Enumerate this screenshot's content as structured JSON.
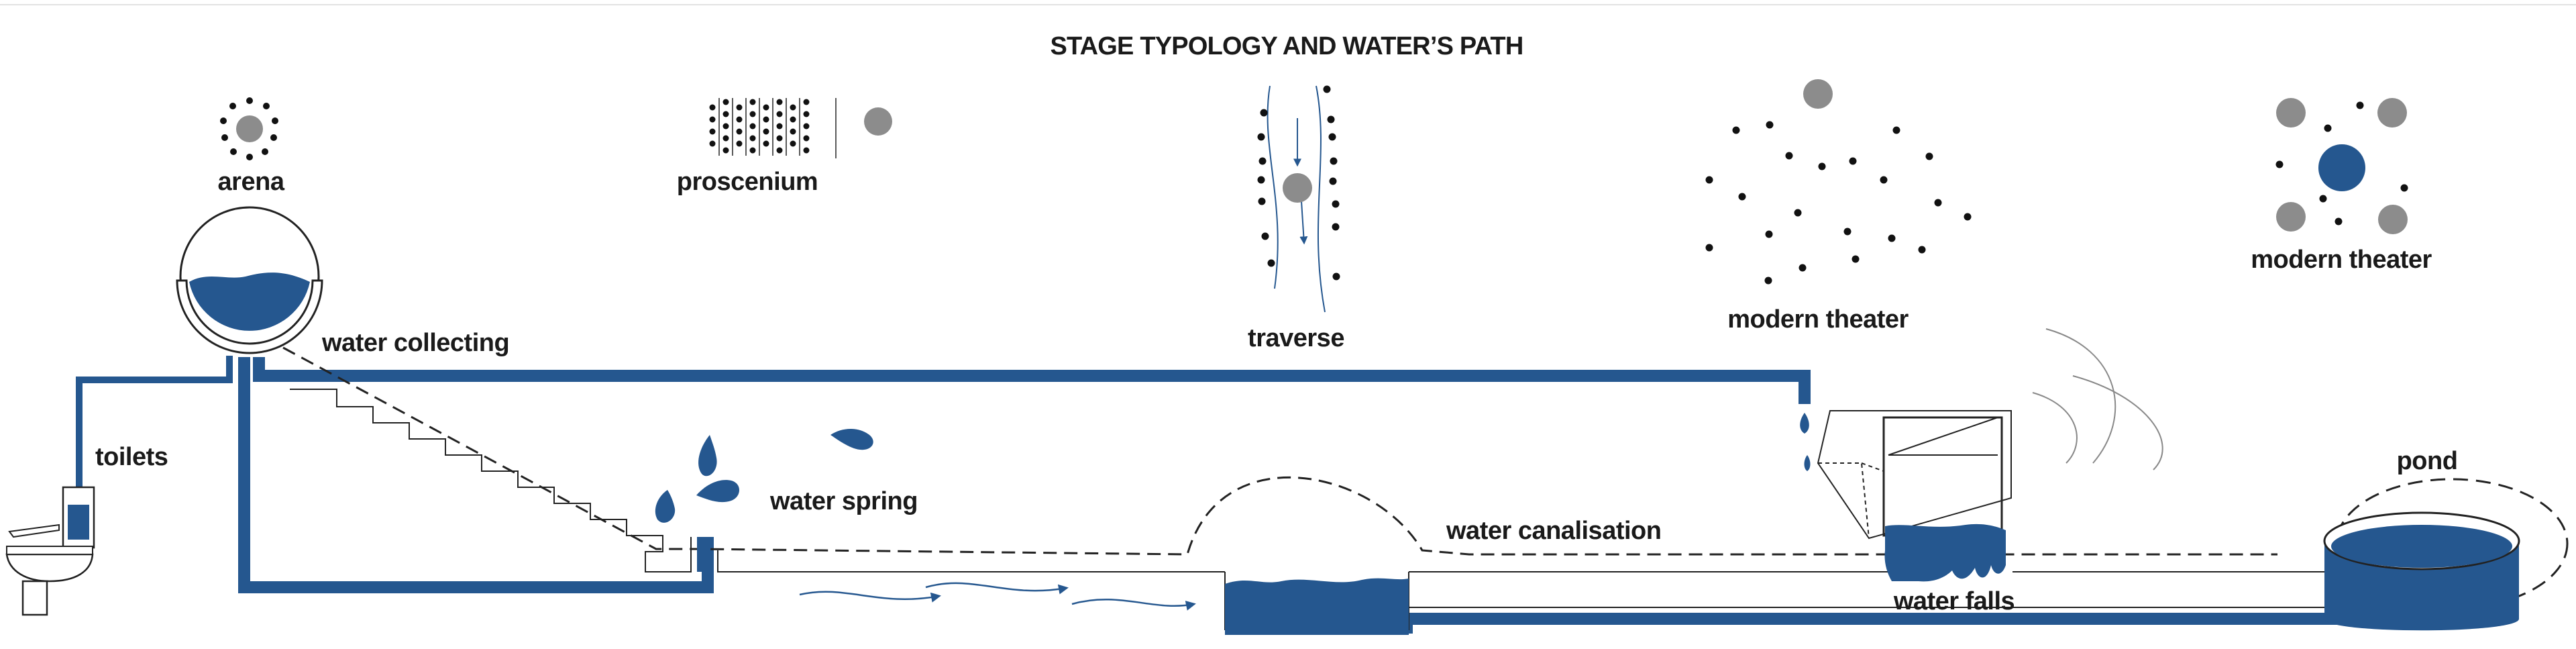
{
  "title": "STAGE TYPOLOGY AND WATER’S PATH",
  "colors": {
    "water": "#25578f",
    "ink": "#111111",
    "grey": "#8c8c8c",
    "outline": "#222222"
  },
  "typologies": [
    {
      "id": "arena",
      "label": "arena"
    },
    {
      "id": "proscenium",
      "label": "proscenium"
    },
    {
      "id": "traverse",
      "label": "traverse"
    },
    {
      "id": "modern-theater-1",
      "label": "modern theater"
    },
    {
      "id": "modern-theater-2",
      "label": "modern theater"
    }
  ],
  "path_labels": {
    "water_collecting": "water collecting",
    "toilets": "toilets",
    "water_spring": "water spring",
    "water_canalisation": "water canalisation",
    "water_falls": "water falls",
    "pond": "pond"
  }
}
